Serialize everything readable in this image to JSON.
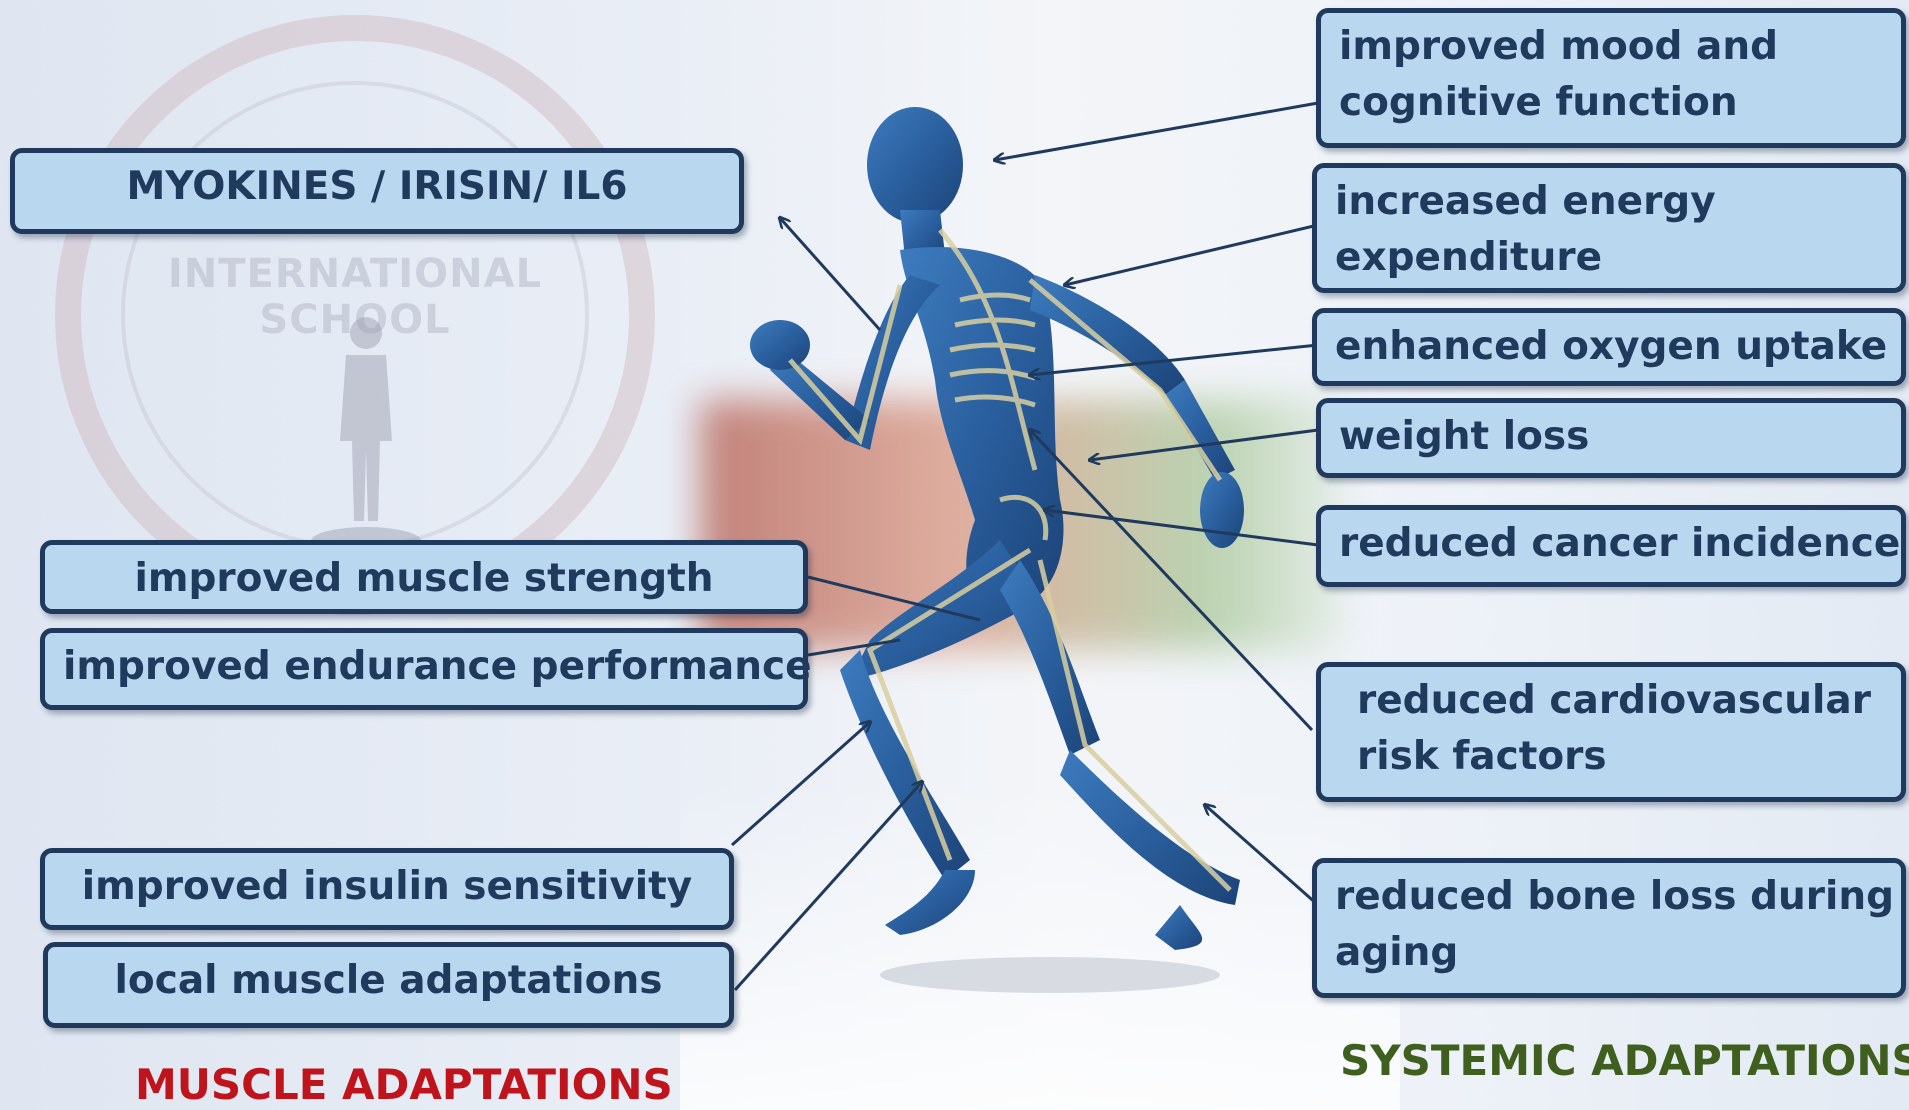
{
  "left_boxes": {
    "myokines": "MYOKINES / IRISIN/ IL6",
    "muscle_strength": "improved muscle strength",
    "endurance": "improved endurance performance",
    "insulin": "improved insulin sensitivity",
    "local_muscle": "local muscle adaptations"
  },
  "right_boxes": {
    "mood_line1": "improved mood and",
    "mood_line2": "cognitive function",
    "energy_line1": "increased energy",
    "energy_line2": "expenditure",
    "oxygen": "enhanced oxygen uptake",
    "weight": "weight loss",
    "cancer": "reduced cancer incidence",
    "cardio_line1": "reduced cardiovascular",
    "cardio_line2": "risk factors",
    "bone_line1": "reduced bone loss during",
    "bone_line2": "aging"
  },
  "footer": {
    "muscle": "MUSCLE ADAPTATIONS",
    "systemic": "SYSTEMIC ADAPTATIONS"
  },
  "watermark": "INTERNATIONAL SCHOOL",
  "colors": {
    "box_fill": "#b9d7ef",
    "box_border": "#1f3a5c",
    "muscle_title": "#c0141c",
    "systemic_title": "#3f5f1f",
    "figure_body": "#2f6aa8",
    "skeleton": "#d8cfa0"
  }
}
